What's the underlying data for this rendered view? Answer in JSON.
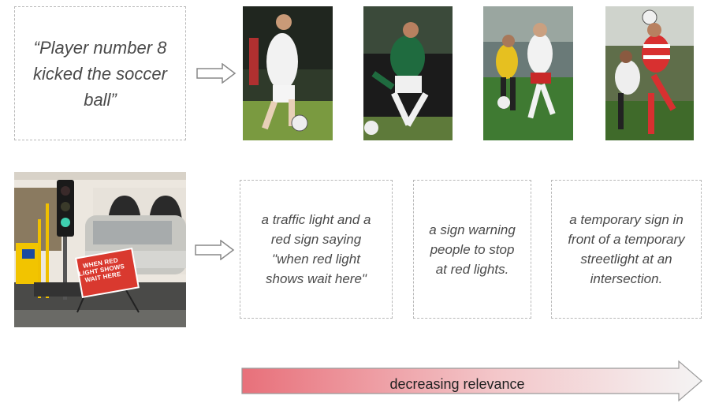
{
  "query_text": "“Player number 8 kicked the soccer ball”",
  "captions": [
    "a traffic light and a red sign saying \"when red light shows wait here\"",
    "a sign warning people to stop at red lights.",
    "a temporary sign in front of a temporary streetlight at an intersection."
  ],
  "sign_text": "WHEN RED LIGHT SHOWS WAIT HERE",
  "relevance_label": "decreasing relevance",
  "colors": {
    "dashed_border": "#b8b8b8",
    "caption_text": "#4a4a4a",
    "relevance_arrow_start": "#e8707a",
    "relevance_arrow_end": "#f4f4f4"
  }
}
